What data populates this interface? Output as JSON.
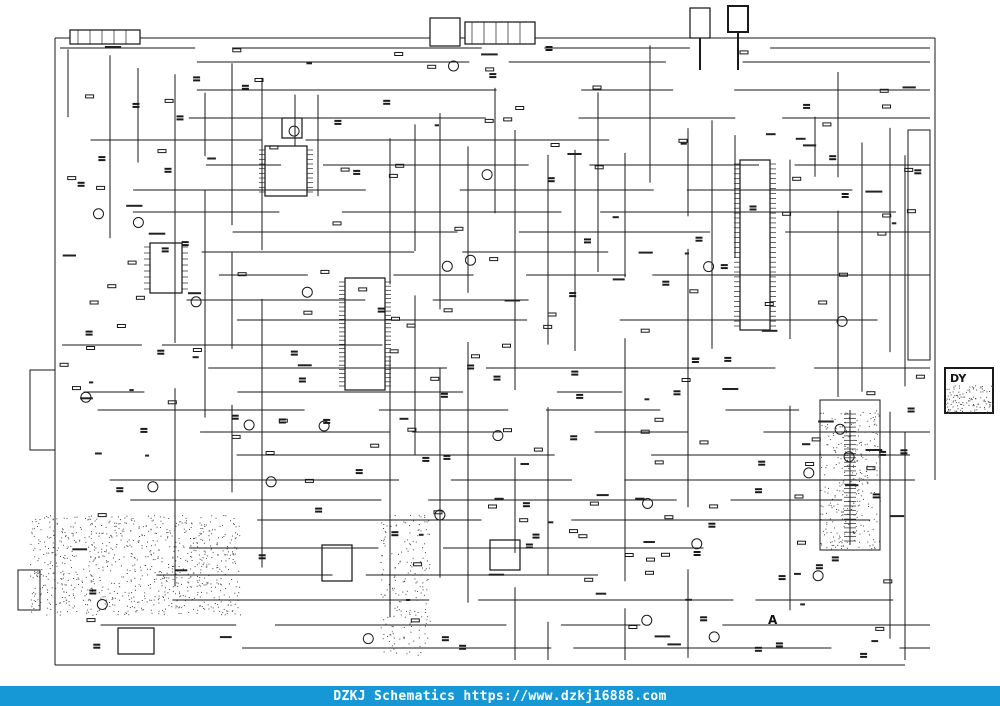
{
  "schematic": {
    "section_marker": "A",
    "connector_label": "DY"
  },
  "footer": {
    "text": "DZKJ Schematics https://www.dzkj16888.com"
  }
}
